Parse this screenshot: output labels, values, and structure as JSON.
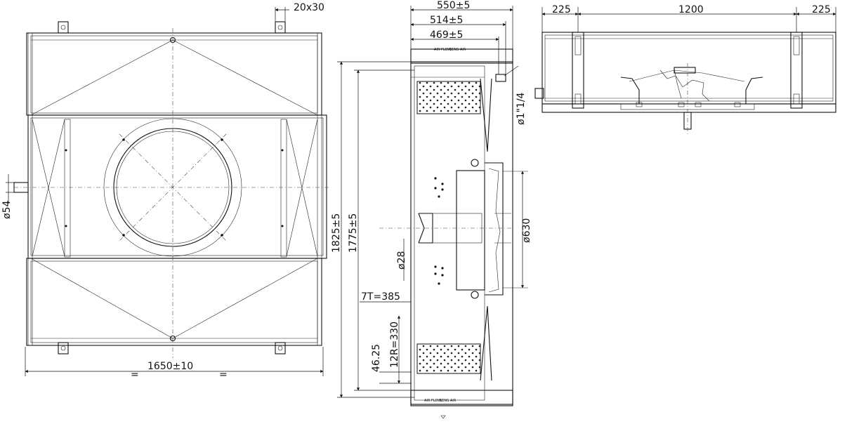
{
  "dims": {
    "top_tab": "20x30",
    "width_main": "1650±10",
    "eq": "=",
    "dia_pipe": "ø54",
    "depth1": "550±5",
    "depth2": "514±5",
    "depth3": "469±5",
    "height_total": "1825±5",
    "height_inner": "1775±5",
    "pipe_conn": "ø1\"1/4",
    "fan_dia": "ø630",
    "dia28": "ø28",
    "tubes_t": "7T=385",
    "rows": "12R=330",
    "pitch": "46.25",
    "side_a": "225",
    "center_span": "1200",
    "side_b": "225"
  },
  "labels": {
    "air_flow": "AIR FLOW",
    "sens_air": "SENS AIR"
  }
}
